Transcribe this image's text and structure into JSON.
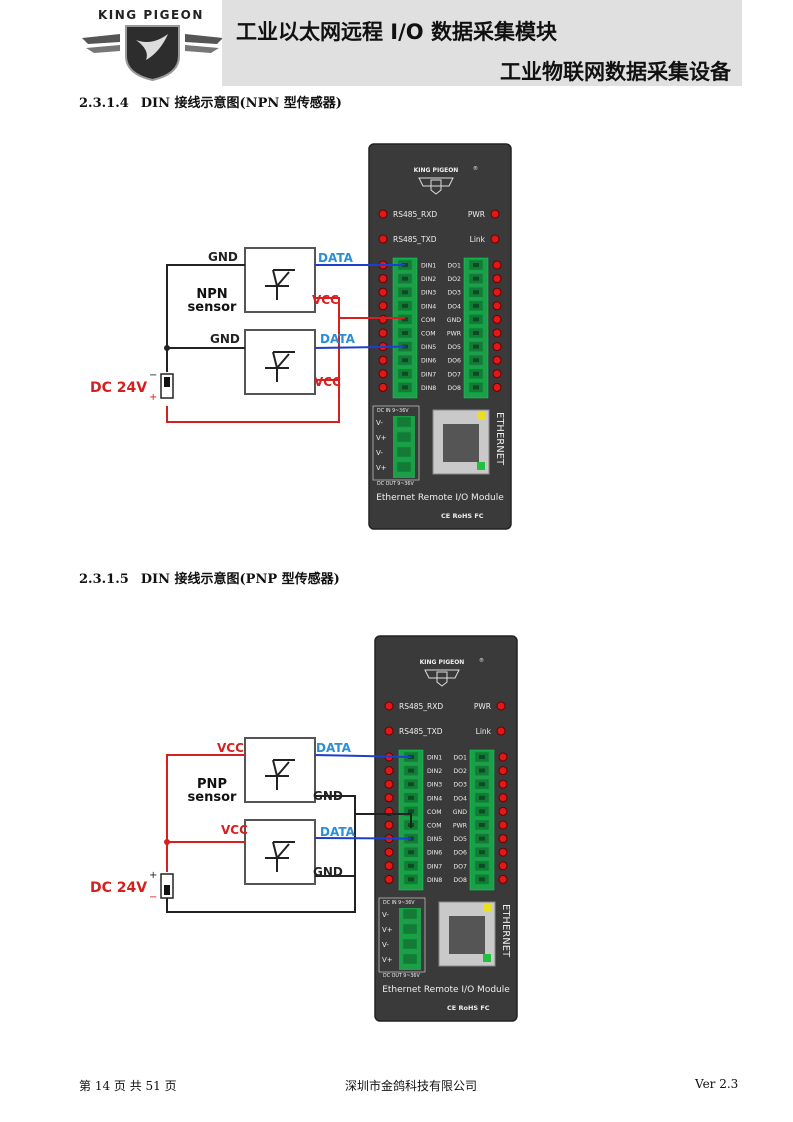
{
  "header": {
    "brand": "KING PIGEON",
    "title_line1": "工业以太网远程 I/O 数据采集模块",
    "title_line2": "工业物联网数据采集设备"
  },
  "section1": {
    "number": "2.3.1.4",
    "title": "DIN  接线示意图(NPN 型传感器)",
    "sensor_label": [
      "NPN",
      "sensor"
    ],
    "supply": "DC 24V"
  },
  "section2": {
    "number": "2.3.1.5",
    "title": "DIN  接线示意图(PNP 型传感器)",
    "sensor_label": [
      "PNP",
      "sensor"
    ],
    "supply": "DC 24V"
  },
  "labels": {
    "gnd": "GND",
    "vcc": "VCC",
    "data": "DATA",
    "minus": "−",
    "plus": "+"
  },
  "device": {
    "brand": "KING PIGEON",
    "reg": "®",
    "leds_top": [
      "RS485_RXD",
      "RS485_TXD"
    ],
    "leds_top_right": [
      "PWR",
      "Link"
    ],
    "left_pins": [
      "DIN1",
      "DIN2",
      "DIN3",
      "DIN4",
      "COM",
      "COM",
      "DIN5",
      "DIN6",
      "DIN7",
      "DIN8"
    ],
    "right_pins": [
      "DO1",
      "DO2",
      "DO3",
      "DO4",
      "GND",
      "PWR",
      "DO5",
      "DO6",
      "DO7",
      "DO8"
    ],
    "power_in": "DC  IN  9~36V",
    "power_out": "DC OUT 9~36V",
    "power_pins": [
      "V-",
      "V+",
      "V-",
      "V+"
    ],
    "ethernet": "ETHERNET",
    "model": "Ethernet Remote I/O Module",
    "certs": "CE RoHS FC"
  },
  "footer": {
    "page": "第 14 页 共 51 页",
    "company": "深圳市金鸽科技有限公司",
    "version": "Ver 2.3"
  },
  "colors": {
    "red": "#d62020",
    "blue": "#1d3fd0",
    "data_blue": "#2a8fd6",
    "device": "#3a3a3a",
    "terminal": "#1e9e4a"
  }
}
